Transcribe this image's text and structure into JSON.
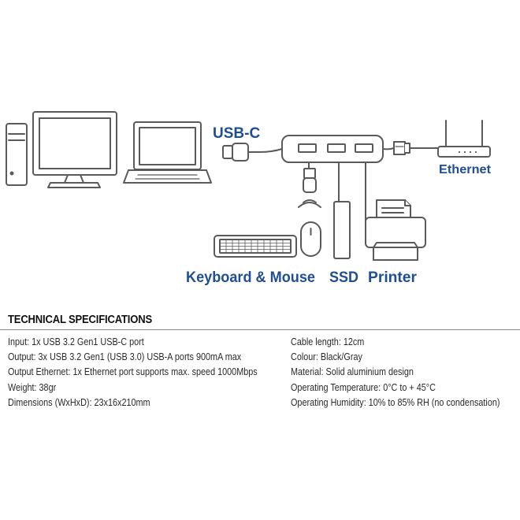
{
  "diagram": {
    "labels": {
      "usbc": "USB-C",
      "ethernet": "Ethernet",
      "keyboard_mouse": "Keyboard & Mouse",
      "ssd": "SSD",
      "printer": "Printer"
    },
    "colors": {
      "label": "#1f4e93",
      "line": "#5a5a5a",
      "fill": "#ffffff"
    },
    "icons": [
      "pc-tower-icon",
      "monitor-icon",
      "laptop-icon",
      "usb-c-plug-icon",
      "hub-icon",
      "ethernet-plug-icon",
      "router-icon",
      "usb-a-plug-icon",
      "wireless-icon",
      "mouse-icon",
      "keyboard-icon",
      "ssd-icon",
      "printer-icon"
    ]
  },
  "specs": {
    "title": "TECHNICAL SPECIFICATIONS",
    "left": [
      "Input: 1x USB 3.2 Gen1 USB-C port",
      "Output: 3x USB 3.2 Gen1 (USB 3.0) USB-A ports 900mA max",
      "Output Ethernet: 1x Ethernet port supports max. speed 1000Mbps",
      "Weight: 38gr",
      "Dimensions (WxHxD): 23x16x210mm"
    ],
    "right": [
      "Cable length: 12cm",
      "Colour: Black/Gray",
      "Material: Solid aluminium design",
      "Operating Temperature: 0°C to + 45°C",
      "Operating Humidity: 10% to 85% RH (no condensation)"
    ]
  }
}
